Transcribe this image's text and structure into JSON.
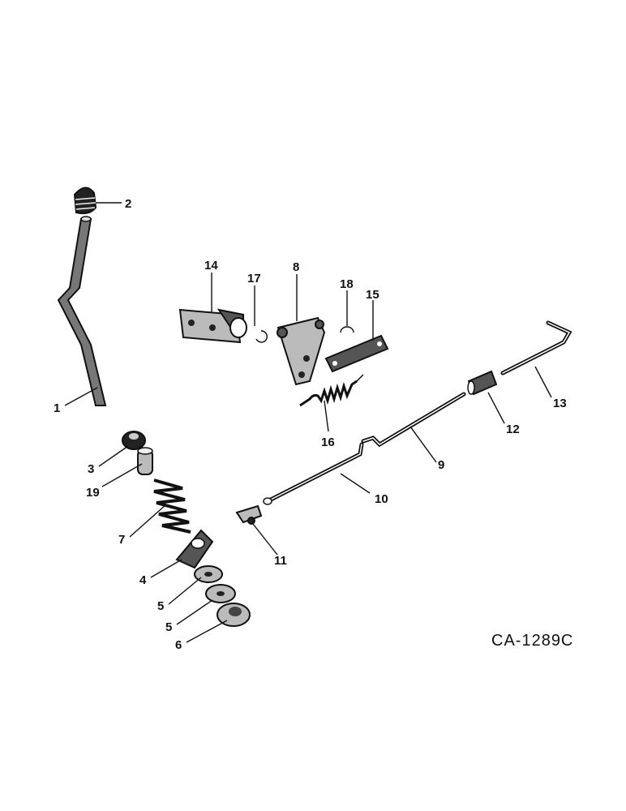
{
  "drawing_number": "CA-1289C",
  "callouts": [
    "1",
    "2",
    "3",
    "4",
    "5",
    "5",
    "6",
    "7",
    "8",
    "9",
    "10",
    "11",
    "12",
    "13",
    "14",
    "15",
    "16",
    "17",
    "18",
    "19"
  ],
  "colors": {
    "ink": "#111111",
    "paper": "#ffffff"
  }
}
